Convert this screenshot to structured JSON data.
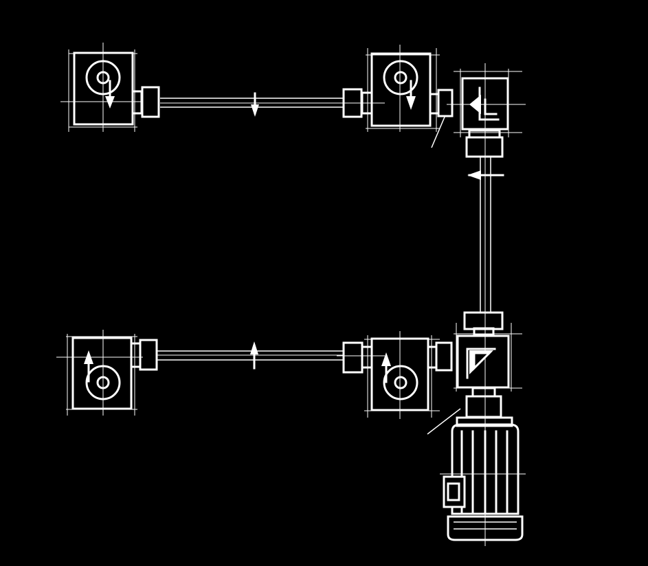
{
  "diagram": {
    "background": "#000000",
    "stroke": "#ffffff",
    "components": [
      "screw-jack-top-left",
      "screw-jack-top-middle",
      "bevel-gearbox-top-right",
      "screw-jack-bottom-left",
      "screw-jack-bottom-middle",
      "bevel-gearbox-bottom-right",
      "electric-motor"
    ],
    "arrows": {
      "top_shaft": "down",
      "bottom_shaft": "up",
      "vertical_shaft": "left",
      "jack_top_left": "down",
      "jack_top_middle": "down",
      "jack_bottom_left": "up",
      "jack_bottom_middle": "up"
    }
  }
}
